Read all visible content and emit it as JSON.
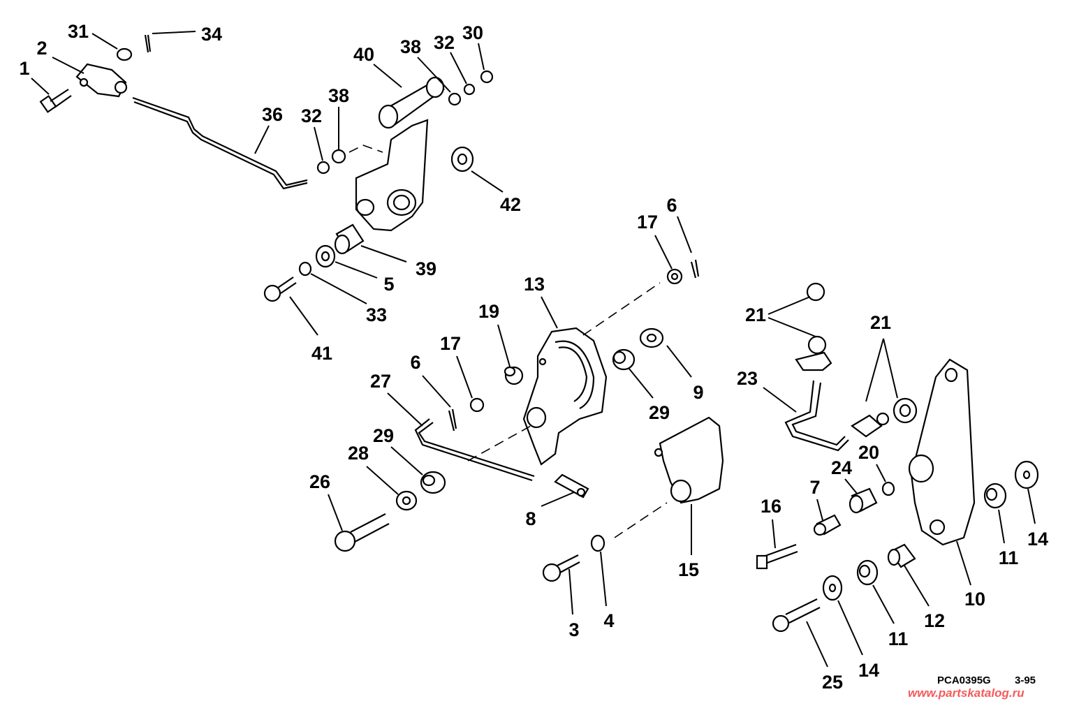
{
  "diagram": {
    "callouts": [
      "1",
      "2",
      "31",
      "34",
      "40",
      "38",
      "32",
      "30",
      "36",
      "32",
      "38",
      "42",
      "17",
      "6",
      "39",
      "5",
      "33",
      "41",
      "13",
      "19",
      "17",
      "6",
      "27",
      "29",
      "28",
      "26",
      "8",
      "29",
      "9",
      "21",
      "21",
      "23",
      "24",
      "20",
      "7",
      "16",
      "15",
      "3",
      "4",
      "25",
      "14",
      "11",
      "12",
      "10",
      "11",
      "14"
    ],
    "drawing_code": "PCA0395G",
    "date": "3-95",
    "watermark": "www.partskatalog.ru"
  }
}
